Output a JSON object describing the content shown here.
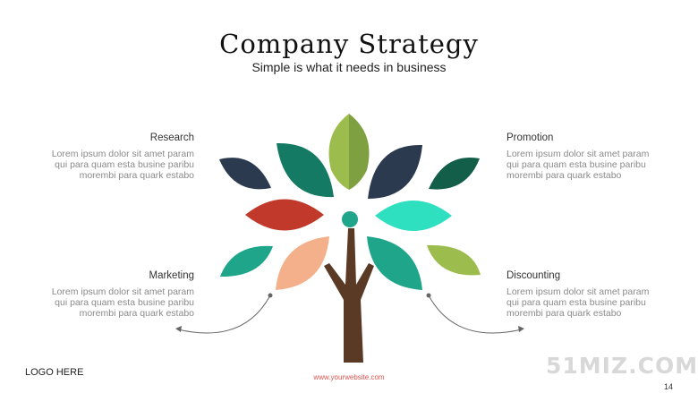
{
  "slide": {
    "title": "Company Strategy",
    "subtitle": "Simple is what it needs in business",
    "logo": "LOGO HERE",
    "website": "www.yourwebsite.com",
    "page_number": "14",
    "watermark": "51MIZ.COM"
  },
  "blocks": {
    "research": {
      "heading": "Research",
      "body": "Lorem ipsum dolor sit amet param\nqui para quam esta busine paribu\nmorembi para quark estabo"
    },
    "marketing": {
      "heading": "Marketing",
      "body": "Lorem ipsum dolor sit amet param\nqui para quam esta busine paribu\nmorembi para quark estabo"
    },
    "promotion": {
      "heading": "Promotion",
      "body": "Lorem ipsum dolor sit amet param\nqui para quam esta busine paribu\nmorembi para quark estabo"
    },
    "discounting": {
      "heading": "Discounting",
      "body": "Lorem ipsum dolor sit amet param\nqui para quam esta busine paribu\nmorembi para quark estabo"
    }
  },
  "colors": {
    "trunk": "#5a3a24",
    "navy": "#2b3a4e",
    "teal_dark": "#157a63",
    "olive": "#7fa040",
    "red": "#c0392b",
    "aqua": "#2fe0c0",
    "teal": "#1fa58a",
    "peach": "#f3b08a",
    "lime": "#9cbd4e",
    "forest": "#135e48",
    "connector": "#666666"
  }
}
